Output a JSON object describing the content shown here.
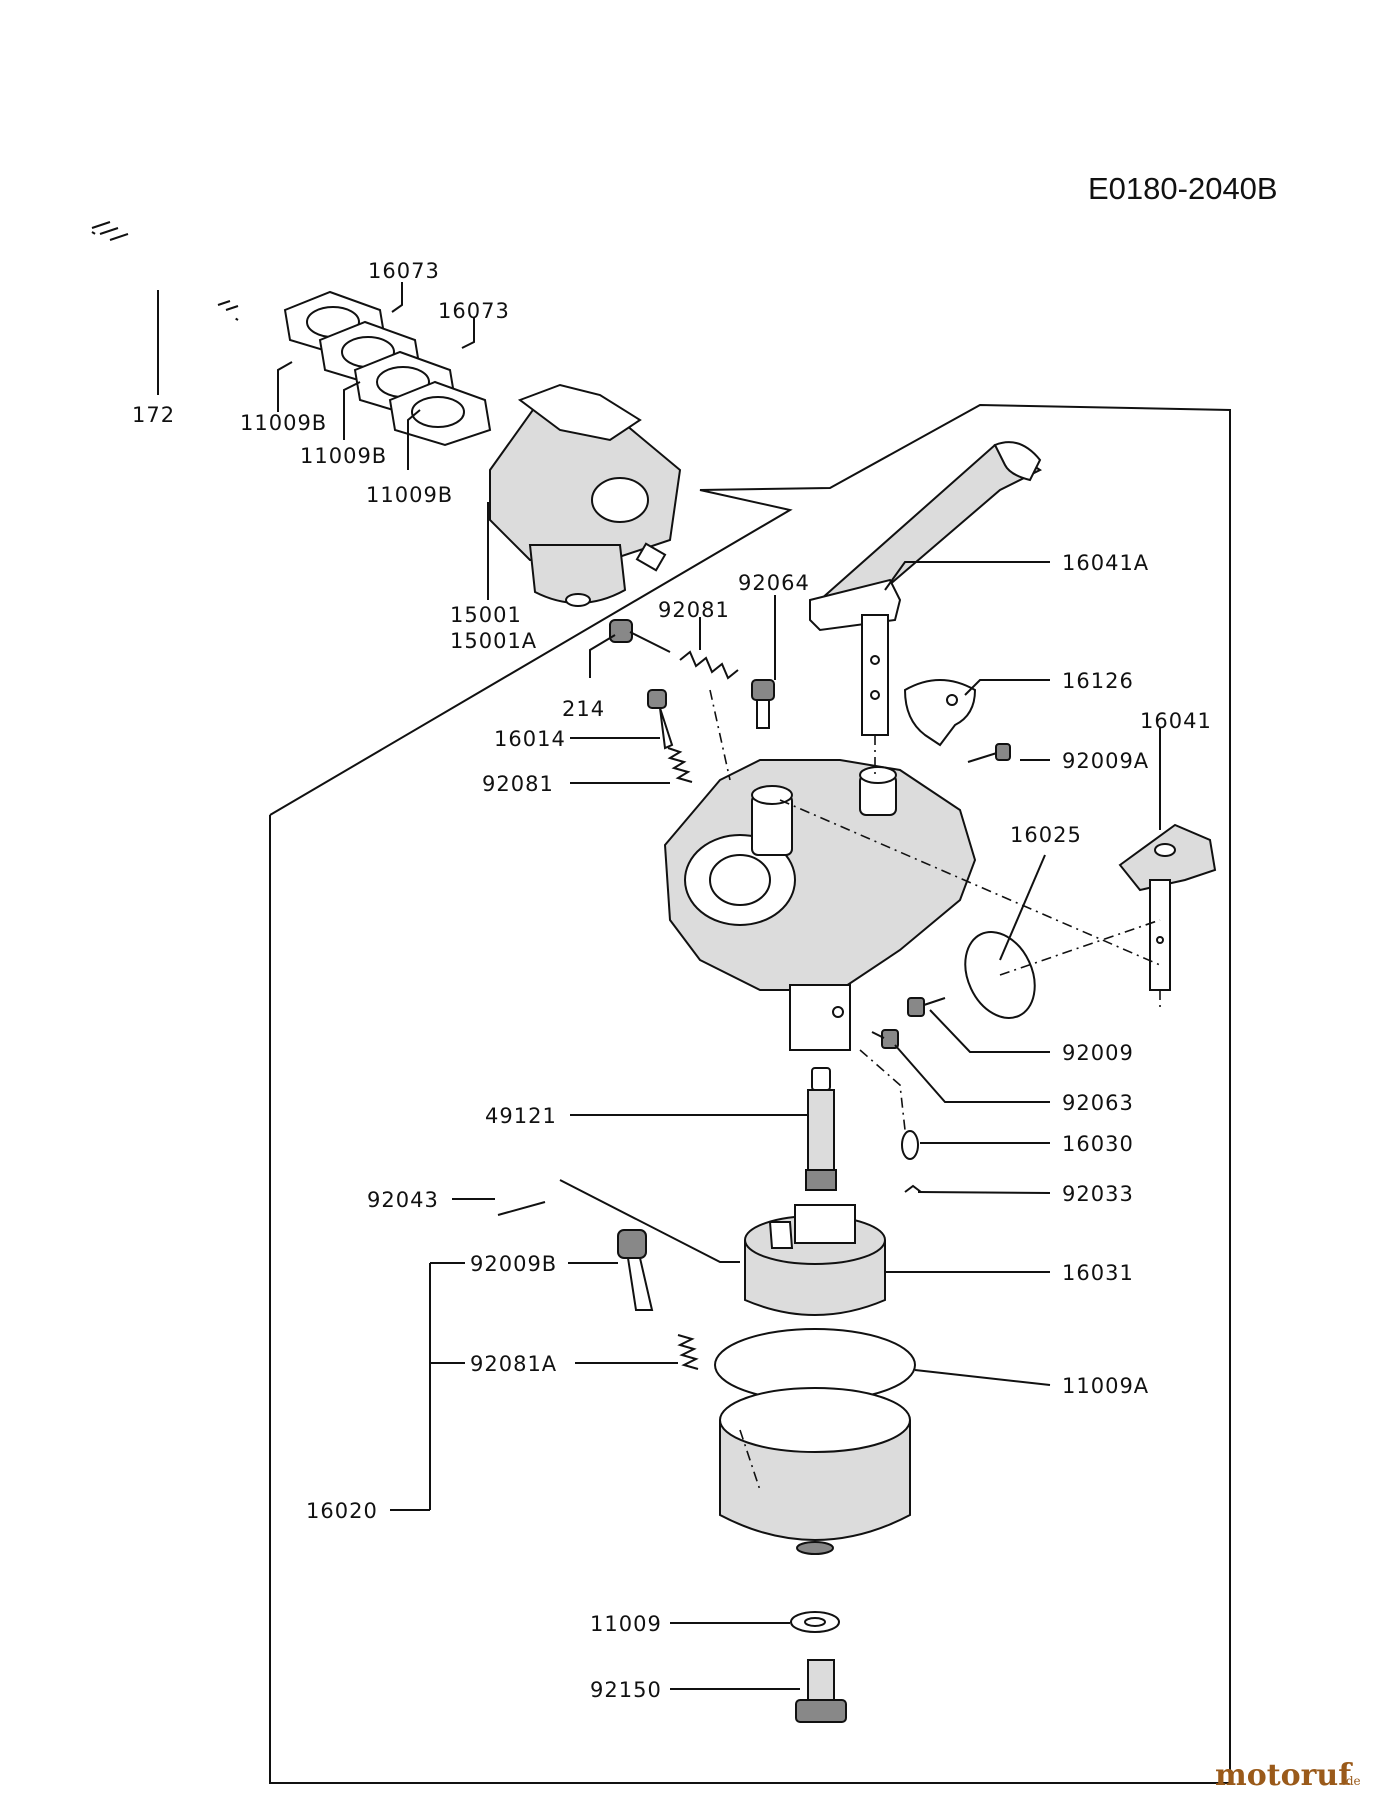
{
  "diagram": {
    "code": "E0180-2040B",
    "brand": {
      "name": "motoruf",
      "suffix": ".de"
    },
    "labels": {
      "p16073a": "16073",
      "p16073b": "16073",
      "p172": "172",
      "p11009b1": "11009B",
      "p11009b2": "11009B",
      "p11009b3": "11009B",
      "p15001": "15001",
      "p15001a": "15001A",
      "p92064": "92064",
      "p92081a": "92081",
      "p214": "214",
      "p16014": "16014",
      "p92081b": "92081",
      "p16041a": "16041A",
      "p16126": "16126",
      "p16041": "16041",
      "p92009a": "92009A",
      "p16025": "16025",
      "p92009": "92009",
      "p92063": "92063",
      "p49121": "49121",
      "p16030": "16030",
      "p92043": "92043",
      "p92033": "92033",
      "p92009b": "92009B",
      "p16031": "16031",
      "p92081a2": "92081A",
      "p11009a": "11009A",
      "p16020": "16020",
      "p11009": "11009",
      "p92150": "92150"
    }
  }
}
